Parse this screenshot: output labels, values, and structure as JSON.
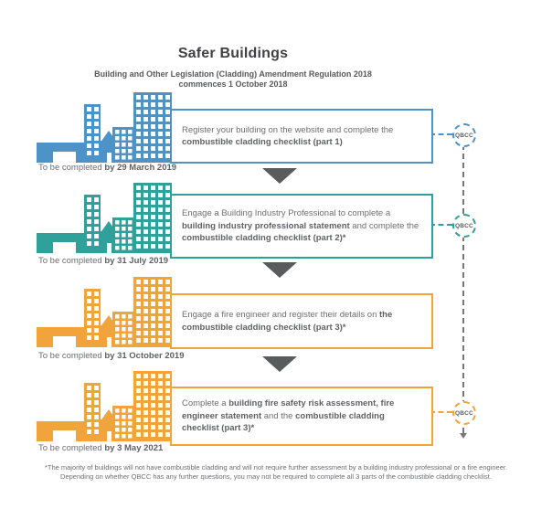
{
  "header": {
    "title": "Safer Buildings",
    "subtitle_line1": "Building and Other Legislation (Cladding) Amendment Regulation 2018",
    "subtitle_line2": "commences 1 October 2018"
  },
  "colors": {
    "blue": "#4e93c8",
    "teal": "#2fa19a",
    "orange": "#f2a43c",
    "arrow": "#5a5b5d",
    "line": "#77787b",
    "text": "#6d6e71",
    "title": "#414042"
  },
  "qbcc_label": "QBCC",
  "steps": [
    {
      "accent": "blue",
      "body": [
        {
          "text": "Register your building on the website and complete the ",
          "bold": false
        },
        {
          "text": "combustible cladding checklist (part 1)",
          "bold": true
        }
      ],
      "deadline": [
        {
          "text": "To be completed ",
          "bold": false
        },
        {
          "text": "by 29 March 2019",
          "bold": true
        }
      ],
      "qbcc": true
    },
    {
      "accent": "teal",
      "body": [
        {
          "text": "Engage a Building Industry Professional to complete a ",
          "bold": false
        },
        {
          "text": "building industry professional statement",
          "bold": true
        },
        {
          "text": " and complete the ",
          "bold": false
        },
        {
          "text": "combustible cladding checklist (part 2)*",
          "bold": true
        }
      ],
      "deadline": [
        {
          "text": "To be completed ",
          "bold": false
        },
        {
          "text": "by 31 July 2019",
          "bold": true
        }
      ],
      "qbcc": true
    },
    {
      "accent": "orange",
      "body": [
        {
          "text": "Engage a fire engineer and register their details on ",
          "bold": false
        },
        {
          "text": "the combustible cladding checklist (part 3)*",
          "bold": true
        }
      ],
      "deadline": [
        {
          "text": "To be completed ",
          "bold": false
        },
        {
          "text": "by 31 October 2019",
          "bold": true
        }
      ],
      "qbcc": false
    },
    {
      "accent": "orange",
      "body": [
        {
          "text": "Complete a ",
          "bold": false
        },
        {
          "text": "building fire safety risk assessment, fire engineer statement",
          "bold": true
        },
        {
          "text": " and the ",
          "bold": false
        },
        {
          "text": "combustible cladding checklist (part 3)*",
          "bold": true
        }
      ],
      "deadline": [
        {
          "text": "To be completed ",
          "bold": false
        },
        {
          "text": "by 3 May 2021",
          "bold": true
        }
      ],
      "qbcc": true
    }
  ],
  "footnote": {
    "line1": "*The majority of buildings will not have combustible cladding and will not require further assessment by a building industry professional or a fire engineer.",
    "line2": "Depending on whether QBCC has any further questions, you may not be required to complete all 3 parts of the combustible cladding checklist."
  }
}
